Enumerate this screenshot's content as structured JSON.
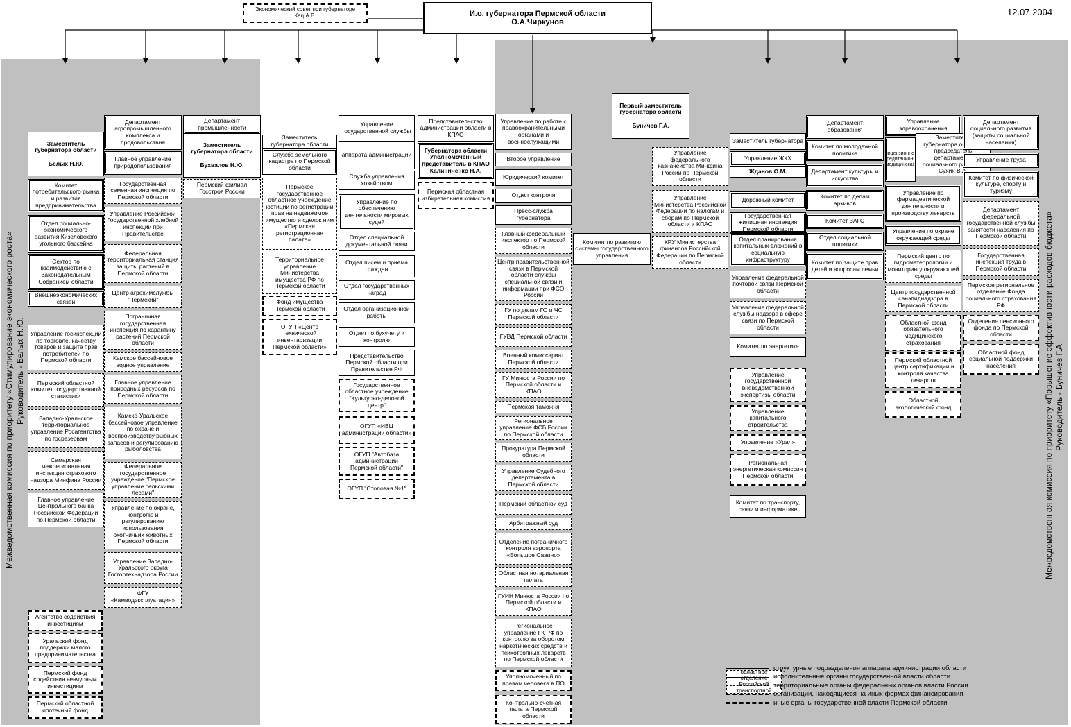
{
  "header": {
    "council": "Экономический совет при губернаторе\nКац А.Б.",
    "governor": "И.о. губернатора Пермской области\nО.А.Чиркунов",
    "date": "12.07.2004"
  },
  "commissions": {
    "left_title": "Межведомственная комиссия по приоритету «Стимулирование экономического роста»",
    "left_head": "Руководитель - Белых Н.Ю.",
    "right_title": "Межведомственная комиссия по приоритету «Повышение эффективности расходов бюджета»",
    "right_head": "Руководитель - Буничев Г.А."
  },
  "col1": [
    "Заместитель губернатора области\n\nБелых Н.Ю.",
    "Комитет потребительского рынка и развития предпринимательства",
    "Отдел социально-экономического развития Кизеловского угольного бассейна",
    "Сектор по взаимодействию с Законодательным Собранием области",
    "Внешнеэкономических связей",
    "Управление госинспекции по торговле, качеству товаров и защите прав потребителей по Пермской области",
    "Пермский областной комитет государственной статистики",
    "Западно-Уральское территориальное управление Росагентства по госрезервам",
    "Самарская межрегиональная инспекция страхового надзора Минфина России",
    "Главное управление Центрального банка Российской Федерации по Пермской области",
    "Агентство содействия инвестициям",
    "Уральский фонд поддержки малого предпринимательства",
    "Пермский фонд содействия венчурным инвестициям",
    "Пермский областной ипотечный фонд"
  ],
  "col2": [
    "Департамент агропромышленного комплекса и продовольствия",
    "Главное управление природопользования",
    "Государственная семенная инспекция по Пермской области",
    "Управление Российской Государственной хлебной инспекции при Правительстве",
    "Федеральная территориальная станция защиты растений в Пермской области",
    "Центр агрохимслужбы \"Пермский\"",
    "Пограничная государственная инспекция по карантину растений Пермской области",
    "Камское бассейновое водное управление",
    "Главное управление природных ресурсов по Пермской области",
    "Камско-Уральское бассейновое управление по охране и воспроизводству рыбных запасов и регулированию рыболовства",
    "Федеральное государственное учреждение \"Пермское управление сельскими лесами\"",
    "Управление по охране, контролю и регулированию использования охотничьих животных Пермской области",
    "Управление Западно-Уральского округа Госгортехнадзора России",
    "ФГУ «Камводэксплуатация»"
  ],
  "col3": [
    "Департамент промышленности",
    "Заместитель губернатора области\n\nБухвалов Н.Ю.",
    "Пермский филиал Госстроя России"
  ],
  "col4": [
    "Заместитель губернатора области",
    "Служба земельного кадастра по Пермской области",
    "Пермское государственное областное учреждение юстиции по регистрации прав на недвижимое имущество и сделок ним «Пермская регистрационная палата»",
    "Территориальное управление Министерства имущества РФ по Пермской области",
    "Фонд имущества Пермской области",
    "ОГУП «Центр технической инвентаризации Пермской области»"
  ],
  "col5": [
    "Управление государственной службы",
    "аппарата администрации",
    "Служба управления хозяйством",
    "Управление по обеспечению деятельности мировых судей",
    "Отдел специальной документальной связи",
    "Отдел писем и приема граждан",
    "Отдел государственных наград",
    "Отдел организационной работы",
    "Отдел по бухучету и контролю",
    "Представительство Пермской области при Правительстве РФ",
    "Государственное областное учреждение \"Культурно-деловой центр\"",
    "ОГУП «ИВЦ администрации области»",
    "ОГУП \"Автобаза администрации Пермской области\"",
    "ОГУП \"Столовая №1\""
  ],
  "col6": [
    "Представительство администрации области в КПАО",
    "Губернатора области Уполномоченный представитель в КПАО Калиниченко Н.А.",
    "Пермская областная избирательная комиссия"
  ],
  "col7": [
    "Управление по работе с правоохранительными органами и военнослужащими",
    "Второе управление",
    "Юридический комитет",
    "Отдел контроля",
    "Пресс-служба губернатора",
    "Главный федеральный инспектор по Пермской области",
    "Центр правительственной связи в Пермской области службы специальной связи и информации при ФСО России",
    "ГУ по делам ГО и ЧС Пермской области",
    "ГУВД Пермской области",
    "Военный комиссариат Пермской области",
    "ГУ Минюста России по Пермской области и КПАО",
    "Пермская таможня",
    "Региональное управление ФСБ России по Пермской области",
    "Прокуратура Пермской области",
    "Управление Судебного департамента в Пермской области",
    "Пермский областной суд",
    "Арбитражный суд",
    "Отделение пограничного контроля аэропорта «Большое Савино»",
    "Областная нотариальная палата",
    "ГУИН Минюста России по Пермской области и КПАО",
    "Региональное управление ГК РФ по контролю за оборотом наркотических средств и психотропных лекарств по Пермской области",
    "Уполномоченный по правам человека в ПО",
    "Контрольно-счетная палата Пермской области"
  ],
  "center": {
    "first_deputy": "Первый заместитель губернатора области\n\nБуничев Г.А.",
    "committee": "Комитет по развитию системы государственного управления"
  },
  "col8": [
    "Управление федерального казначейства Минфина России по Пермской области",
    "Управление Министерства Российской Федерации по налогам и сборам по Пермской области и КПАО",
    "КРУ Министерства финансов Российской Федерации по Пермской области"
  ],
  "col9": [
    "Заместитель губернатора",
    "Управление ЖКХ",
    "Жданов О.М.",
    "Дорожный комитет",
    "Государственная жилищная инспекция Пермской области",
    "Отдел планирования капитальных вложений в социальную инфраструктуру",
    "Управление федеральной почтовой связи Пермской области",
    "Управление федеральной службы надзора в сфере связи по Пермской области",
    "Комитет по энергетике",
    "Управление государственной вневедомственной экспертизы области",
    "Управление капитального строительства",
    "Управление «Урал»",
    "Региональная энергетическая комиссия Пермской области",
    "Комитет по транспорту, связи и информатике"
  ],
  "col10": [
    "Департамент образования",
    "Комитет по молодежной политике",
    "Департамент культуры и искусства",
    "Комитет по делам архивов",
    "Комитет ЗАГС",
    "Отдел социальной политики",
    "Комитет по защите прав детей и вопросам семьи"
  ],
  "col11": [
    "Управление здравоохранения",
    "Заместитель губернатора области, председатель департамента социального развития\nСухих В.А.",
    "лицензионно-аккредитационная медицинская",
    "Управление по фармацевтической деятельности и производству лекарств",
    "Управление по охране окружающей среды",
    "Пермский центр по гидрометеорологии и мониторингу окружающей среды",
    "Центр государственной санэпиднадзора в Пермской области",
    "Областной фонд обязательного медицинского страхования",
    "Пермский областной центр сертификации и контроля качества лекарств",
    "Областной экологический фонд"
  ],
  "col12": [
    "Департамент социального развития (защиты социальной населения)",
    "Управление труда",
    "Комитет по физической культуре, спорту и туризму",
    "Департамент федеральной государственной службы занятости населения по Пермской области",
    "Государственная инспекция труда в Пермской области",
    "Пермское региональное отделение Фонда социального страхования РФ",
    "Отделение пенсионного фонда по Пермской области",
    "Областной фонд социальной поддержки населения"
  ],
  "legend": [
    "структурные подразделения аппарата администрации области",
    "исполнительные органы государственной власти области",
    "территориальные органы федеральных органов власти России",
    "организации, находящиеся на иных формах финансирования",
    "иные органы государственной власти Пермской области"
  ],
  "legend_overlap": "Пермское областное отделение Российской транспортной инспекции"
}
